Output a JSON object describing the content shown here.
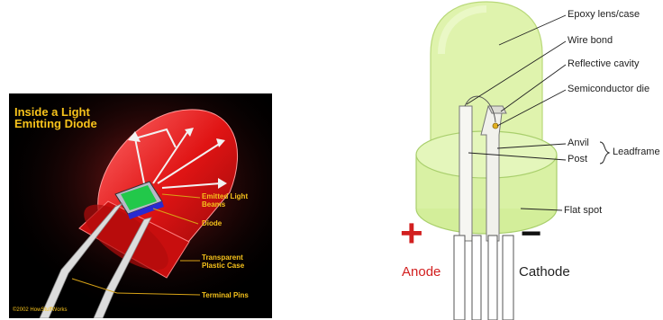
{
  "left_diagram": {
    "title": "Inside a Light Emitting Diode",
    "labels": {
      "emitted_light": "Emitted Light Beams",
      "diode": "Diode",
      "case": "Transparent Plastic Case",
      "pins": "Terminal Pins"
    },
    "copyright": "©2002 HowStuffWorks"
  },
  "right_diagram": {
    "labels": {
      "epoxy": "Epoxy lens/case",
      "wire_bond": "Wire bond",
      "reflective_cavity": "Reflective cavity",
      "semiconductor_die": "Semiconductor die",
      "anvil": "Anvil",
      "post": "Post",
      "leadframe": "Leadframe",
      "flat_spot": "Flat spot"
    },
    "plus_sign": "+",
    "minus_sign": "−",
    "anode": "Anode",
    "cathode": "Cathode",
    "colors": {
      "lens": "#d8f0a0",
      "anode": "#d21f1f",
      "led_red": "#e32020"
    }
  }
}
